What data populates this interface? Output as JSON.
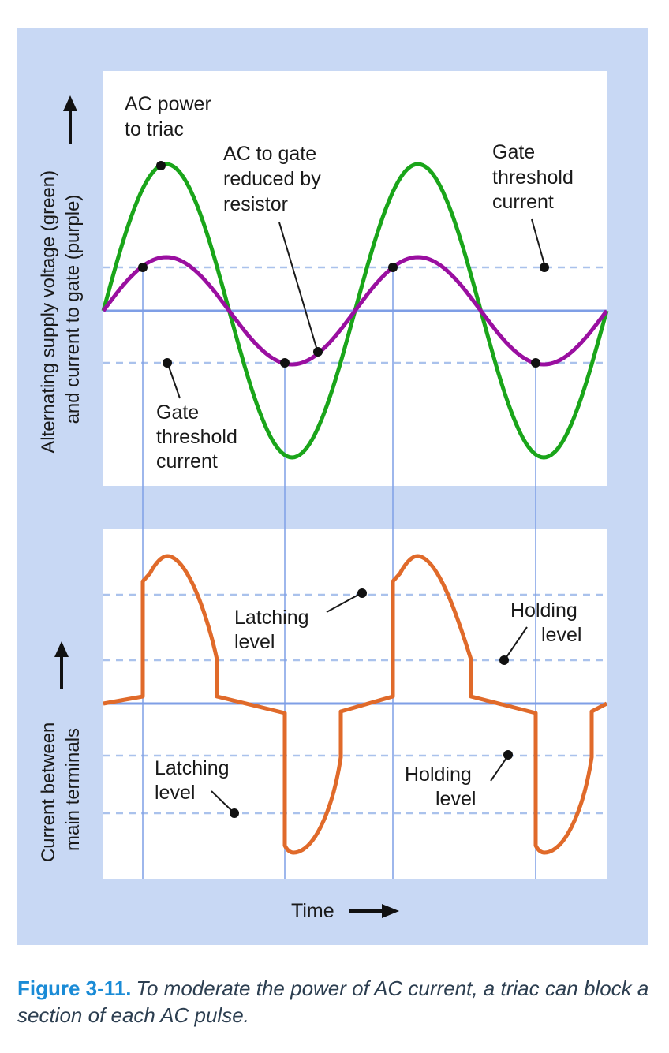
{
  "colors": {
    "background": "#c8d8f4",
    "panel": "#ffffff",
    "supply_voltage": "#1aa51a",
    "gate_current": "#9a0fa0",
    "terminal_current": "#e06a2a",
    "axis": "#7f9fe6",
    "threshold_dash": "#aac2ec",
    "caption_number": "#1a8bd6"
  },
  "top_panel": {
    "ylabel_line1": "Alternating supply voltage (green)",
    "ylabel_line2": "and current to gate (purple)",
    "labels": {
      "ac_power": [
        "AC power",
        "to triac"
      ],
      "ac_gate": [
        "AC to gate",
        "reduced by",
        "resistor"
      ],
      "gate_threshold_right": [
        "Gate",
        "threshold",
        "current"
      ],
      "gate_threshold_left": [
        "Gate",
        "threshold",
        "current"
      ]
    }
  },
  "bottom_panel": {
    "ylabel_line1": "Current between",
    "ylabel_line2": "main terminals",
    "labels": {
      "latching_top": [
        "Latching",
        "level"
      ],
      "holding_top": [
        "Holding",
        "level"
      ],
      "latching_bottom": [
        "Latching",
        "level"
      ],
      "holding_bottom": [
        "Holding",
        "level"
      ]
    }
  },
  "xlabel": "Time",
  "caption": {
    "number": "Figure 3-11.",
    "text": "To moderate the power of AC current, a triac can block a section of each AC pulse."
  }
}
